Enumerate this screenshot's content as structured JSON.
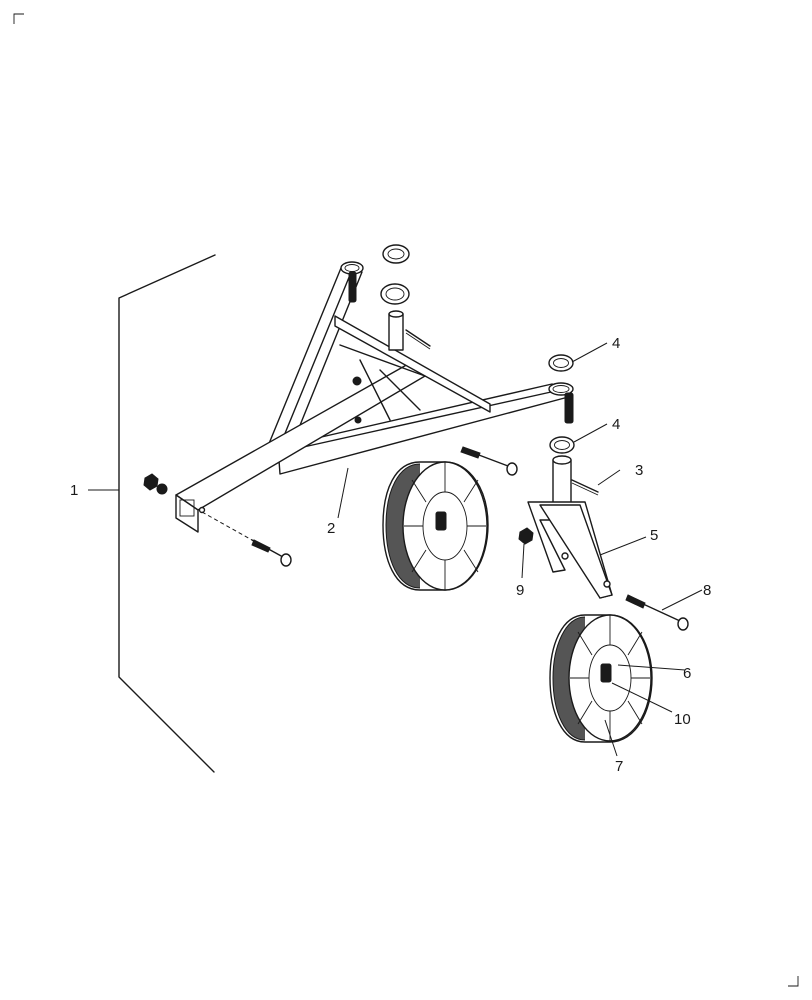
{
  "diagram": {
    "callouts": [
      {
        "id": "1",
        "text": "1"
      },
      {
        "id": "2",
        "text": "2"
      },
      {
        "id": "3",
        "text": "3"
      },
      {
        "id": "4a",
        "text": "4"
      },
      {
        "id": "4b",
        "text": "4"
      },
      {
        "id": "5",
        "text": "5"
      },
      {
        "id": "6",
        "text": "6"
      },
      {
        "id": "7",
        "text": "7"
      },
      {
        "id": "8",
        "text": "8"
      },
      {
        "id": "9",
        "text": "9"
      },
      {
        "id": "10",
        "text": "10"
      }
    ]
  },
  "colors": {
    "line": "#1a1a1a",
    "background": "#ffffff"
  }
}
